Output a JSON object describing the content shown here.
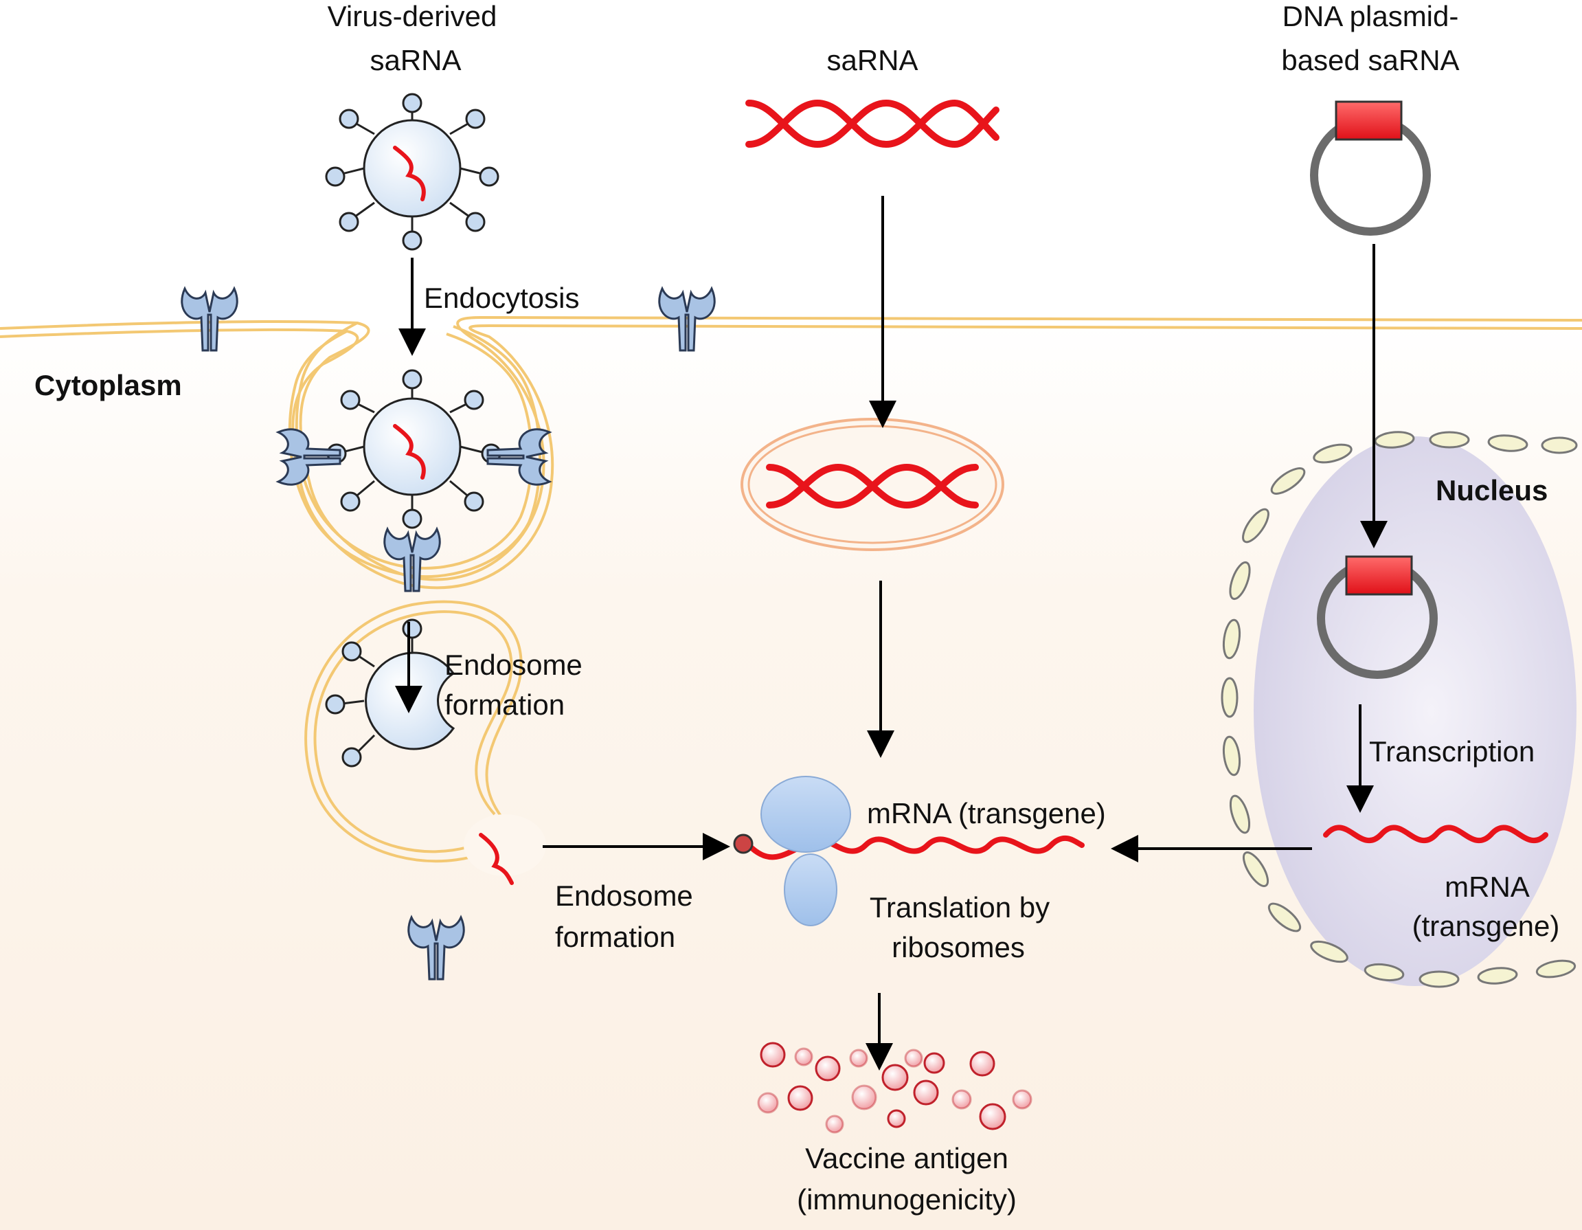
{
  "labels": {
    "virus_derived": [
      "Virus-derived",
      "saRNA"
    ],
    "sarna": "saRNA",
    "dna_plasmid": [
      "DNA plasmid-",
      "based saRNA"
    ],
    "endocytosis": "Endocytosis",
    "cytoplasm": "Cytoplasm",
    "nucleus": "Nucleus",
    "endosome_formation_1": [
      "Endosome",
      "formation"
    ],
    "endosome_formation_2": [
      "Endosome",
      "formation"
    ],
    "transcription": "Transcription",
    "mrna_transgene_main": "mRNA (transgene)",
    "mrna_transgene_nucleus": [
      "mRNA",
      "(transgene)"
    ],
    "translation": [
      "Translation by",
      "ribosomes"
    ],
    "vaccine_antigen": [
      "Vaccine antigen",
      "(immunogenicity)"
    ]
  },
  "colors": {
    "rna_red": "#e8141b",
    "membrane": "#f3c873",
    "receptor_blue": "#a9c3e4",
    "virus_fill": "#e4eef9",
    "nucleus_fill": "#e3e0ef",
    "plasmid_gray": "#6b6b6b",
    "antigen_pink": "#f2a3a8"
  }
}
